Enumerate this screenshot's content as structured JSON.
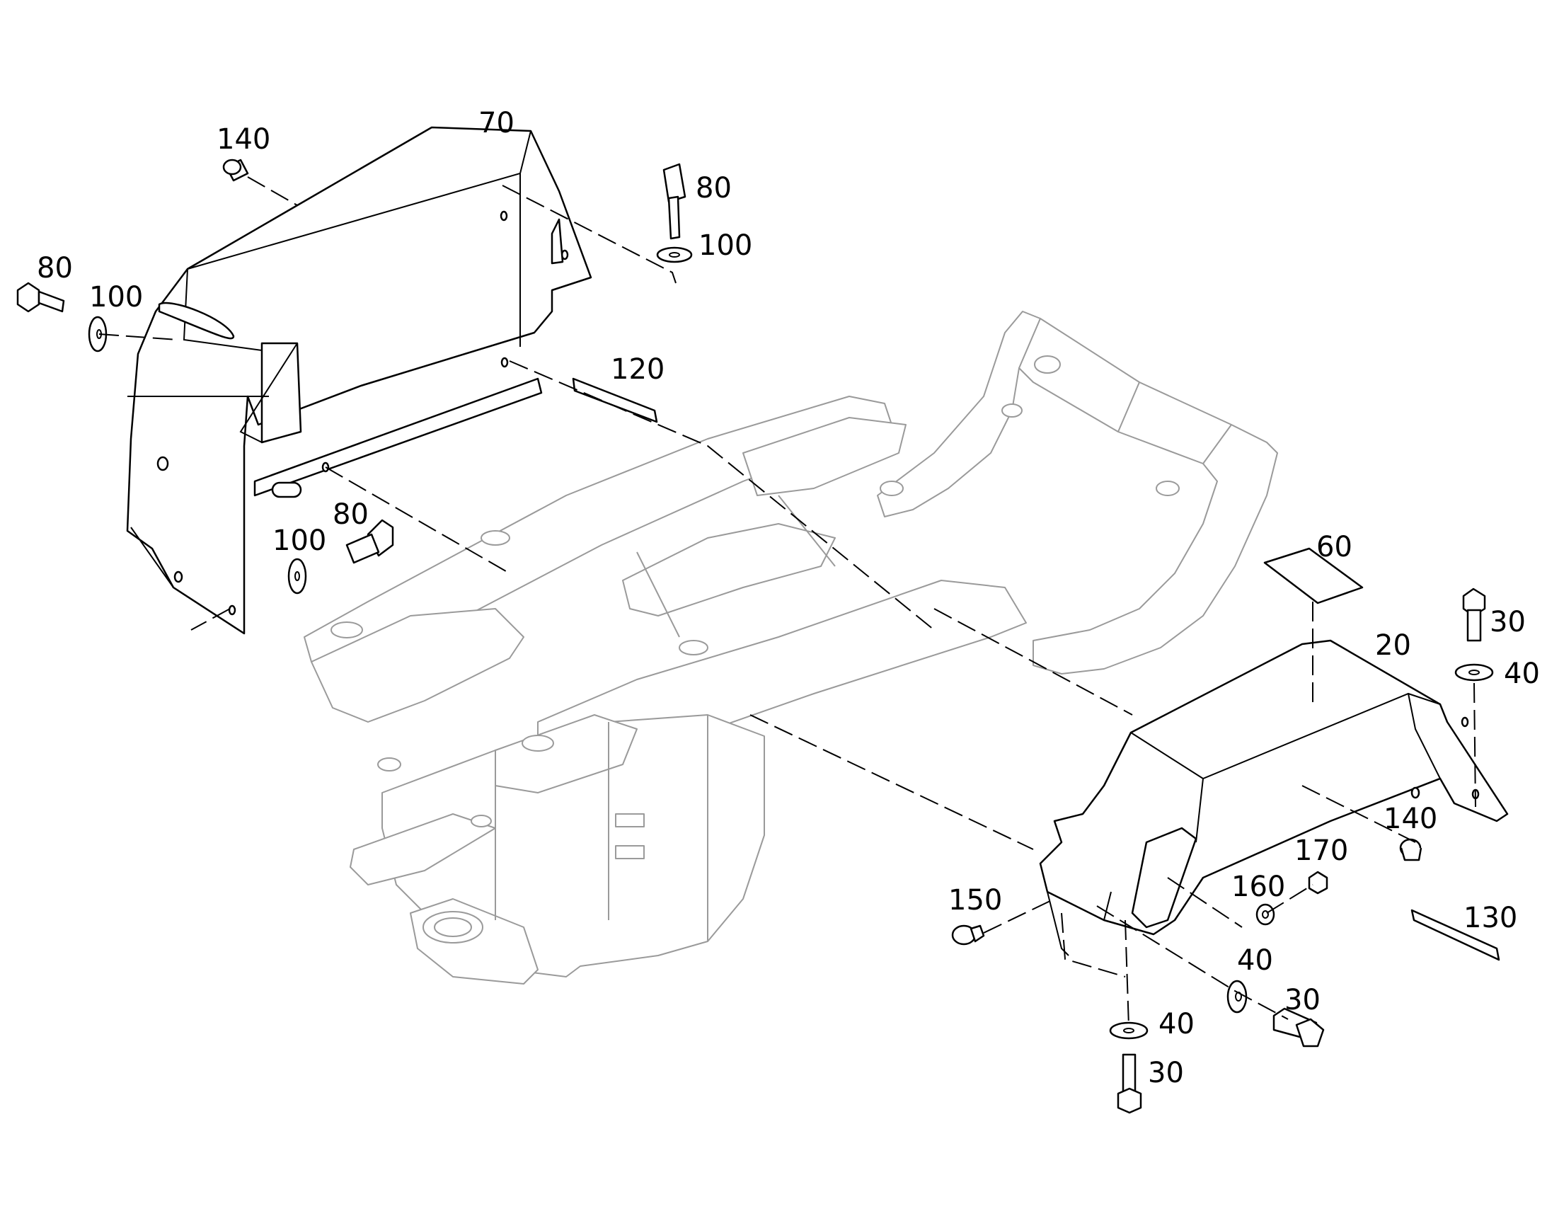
{
  "callouts": [
    {
      "id": "c70a",
      "label": "70"
    },
    {
      "id": "c140a",
      "label": "140"
    },
    {
      "id": "c80a",
      "label": "80"
    },
    {
      "id": "c100a",
      "label": "100"
    },
    {
      "id": "c80b",
      "label": "80"
    },
    {
      "id": "c100b",
      "label": "100"
    },
    {
      "id": "c120",
      "label": "120"
    },
    {
      "id": "c80c",
      "label": "80"
    },
    {
      "id": "c100c",
      "label": "100"
    },
    {
      "id": "c60",
      "label": "60"
    },
    {
      "id": "c20",
      "label": "20"
    },
    {
      "id": "c30a",
      "label": "30"
    },
    {
      "id": "c40a",
      "label": "40"
    },
    {
      "id": "c140b",
      "label": "140"
    },
    {
      "id": "c170",
      "label": "170"
    },
    {
      "id": "c160",
      "label": "160"
    },
    {
      "id": "c150",
      "label": "150"
    },
    {
      "id": "c130",
      "label": "130"
    },
    {
      "id": "c40b",
      "label": "40"
    },
    {
      "id": "c30b",
      "label": "30"
    },
    {
      "id": "c40c",
      "label": "40"
    },
    {
      "id": "c30c",
      "label": "30"
    }
  ]
}
